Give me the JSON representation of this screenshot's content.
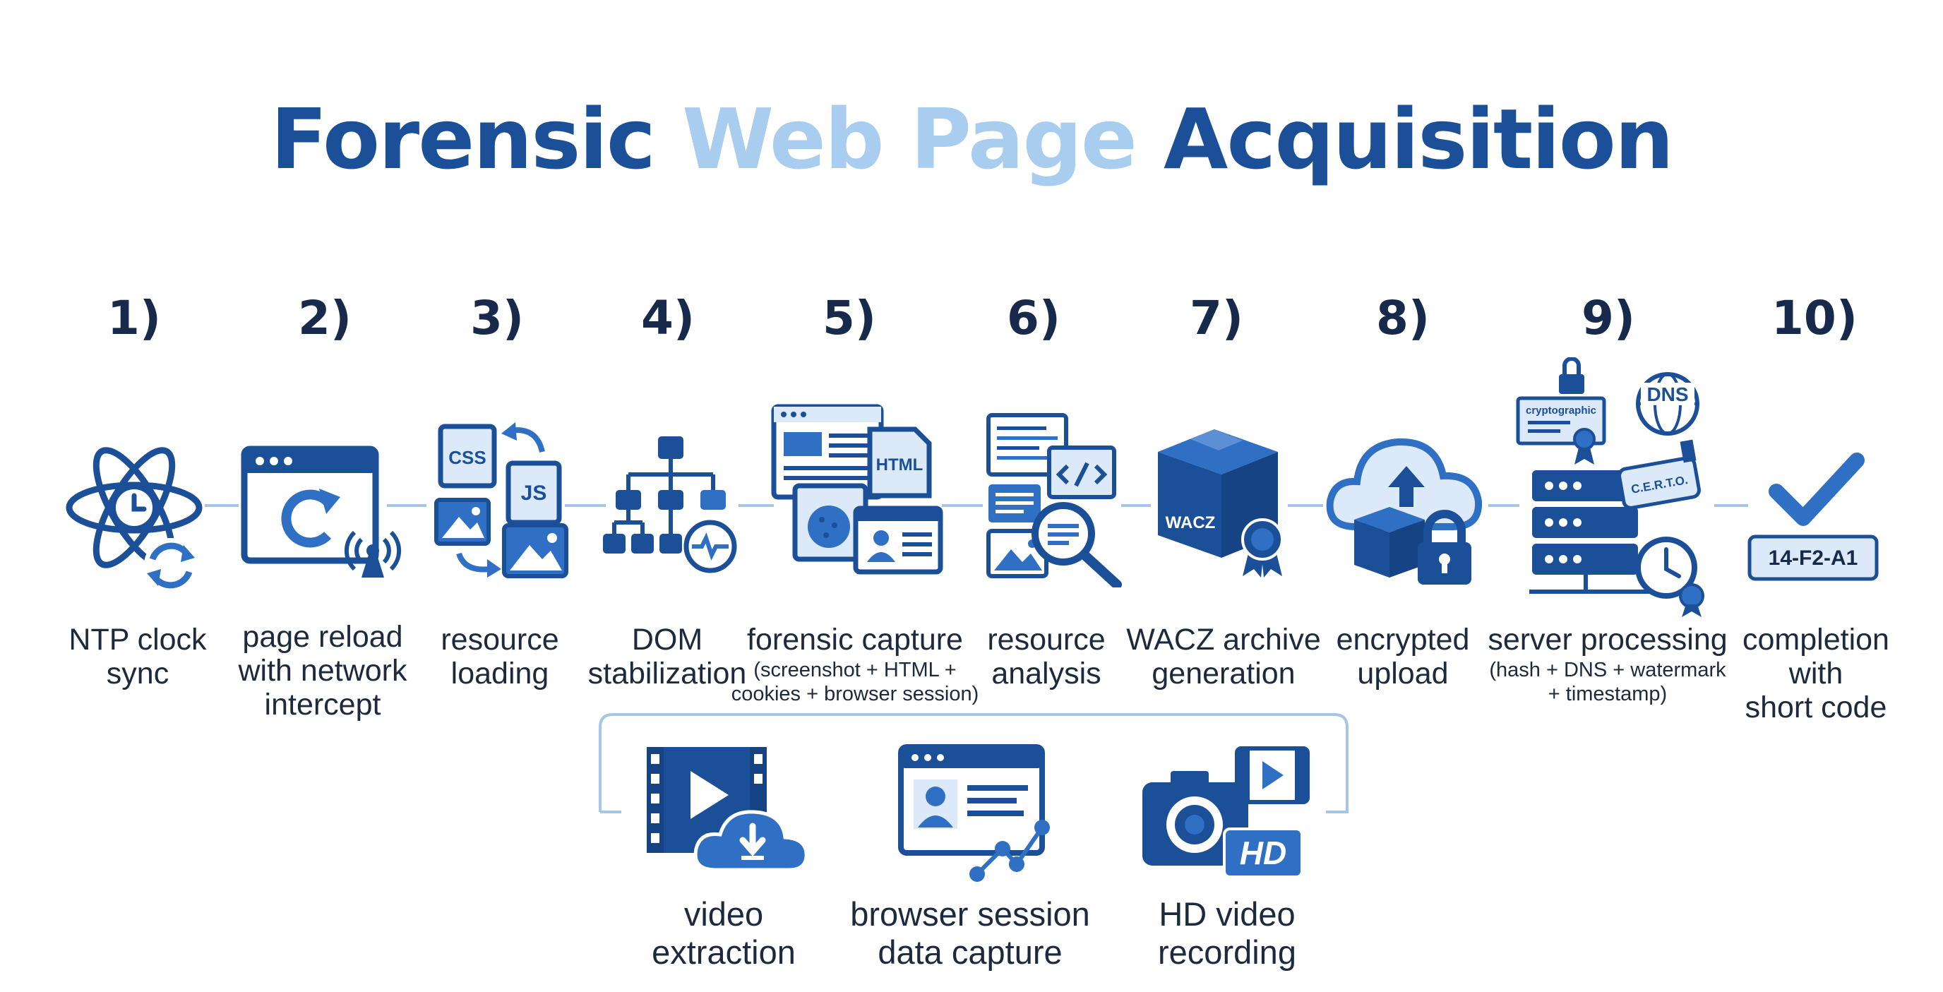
{
  "title": {
    "part1": "Forensic",
    "part2": "Web Page",
    "part3": "Acquisition"
  },
  "colors": {
    "dark_blue": "#1b4f98",
    "mid_blue": "#2f6fc4",
    "light_blue": "#a9cdef",
    "connector": "#a7c6e6",
    "text": "#1d2a3d"
  },
  "steps": [
    {
      "number": "1)",
      "label_lines": [
        "NTP clock",
        "sync"
      ],
      "icon": "atom-clock-sync-icon"
    },
    {
      "number": "2)",
      "label_lines": [
        "page reload",
        "with network",
        "intercept"
      ],
      "icon": "browser-reload-antenna-icon"
    },
    {
      "number": "3)",
      "label_lines": [
        "resource",
        "loading"
      ],
      "icon": "resource-files-icon",
      "icon_text": {
        "css": "CSS",
        "js": "JS"
      }
    },
    {
      "number": "4)",
      "label_lines": [
        "DOM",
        "stabilization"
      ],
      "icon": "dom-tree-icon"
    },
    {
      "number": "5)",
      "label_lines": [
        "forensic capture"
      ],
      "sub_lines": [
        "(screenshot + HTML +",
        "cookies + browser session)"
      ],
      "icon": "capture-windows-icon",
      "icon_text": {
        "html": "HTML"
      }
    },
    {
      "number": "6)",
      "label_lines": [
        "resource",
        "analysis"
      ],
      "icon": "analysis-magnifier-icon"
    },
    {
      "number": "7)",
      "label_lines": [
        "WACZ archive",
        "generation"
      ],
      "icon": "wacz-box-icon",
      "icon_text": {
        "wacz": "WACZ"
      }
    },
    {
      "number": "8)",
      "label_lines": [
        "encrypted",
        "upload"
      ],
      "icon": "cloud-upload-lock-icon"
    },
    {
      "number": "9)",
      "label_lines": [
        "server processing"
      ],
      "sub_lines": [
        "(hash + DNS + watermark",
        "+ timestamp)"
      ],
      "icon": "server-certificate-icon",
      "icon_text": {
        "cert": "cryptographic",
        "dns": "DNS",
        "stamp": "C.E.R.T.O."
      }
    },
    {
      "number": "10)",
      "label_lines": [
        "completion",
        "with",
        "short code"
      ],
      "icon": "checkmark-code-icon",
      "icon_text": {
        "code": "14-F2-A1"
      }
    }
  ],
  "sub_steps": [
    {
      "label_lines": [
        "video",
        "extraction"
      ],
      "icon": "video-cloud-download-icon"
    },
    {
      "label_lines": [
        "browser session",
        "data capture"
      ],
      "icon": "browser-profile-network-icon"
    },
    {
      "label_lines": [
        "HD video",
        "recording"
      ],
      "icon": "camera-hd-video-icon",
      "icon_text": {
        "hd": "HD"
      }
    }
  ]
}
